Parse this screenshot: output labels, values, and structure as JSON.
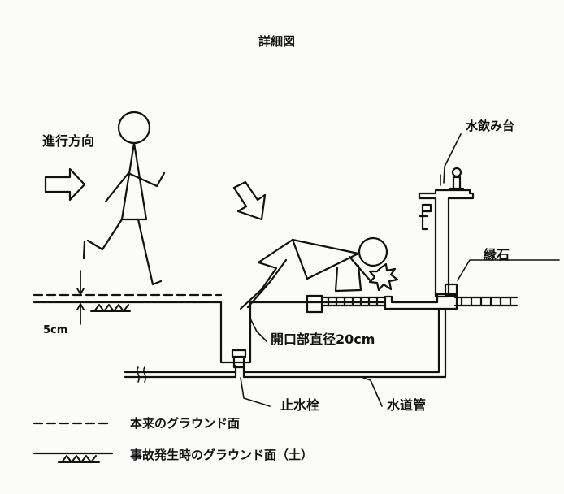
{
  "title": "詳細図",
  "labels": {
    "direction": "進行方向",
    "fountain": "水飲み台",
    "curb": "縁石",
    "height": "5cm",
    "opening": "開口部直径20cm",
    "stop_valve": "止水栓",
    "water_pipe": "水道管"
  },
  "legend": {
    "original_ground": "本来のグラウンド面",
    "accident_ground": "事故発生時のグラウンド面（土）"
  }
}
